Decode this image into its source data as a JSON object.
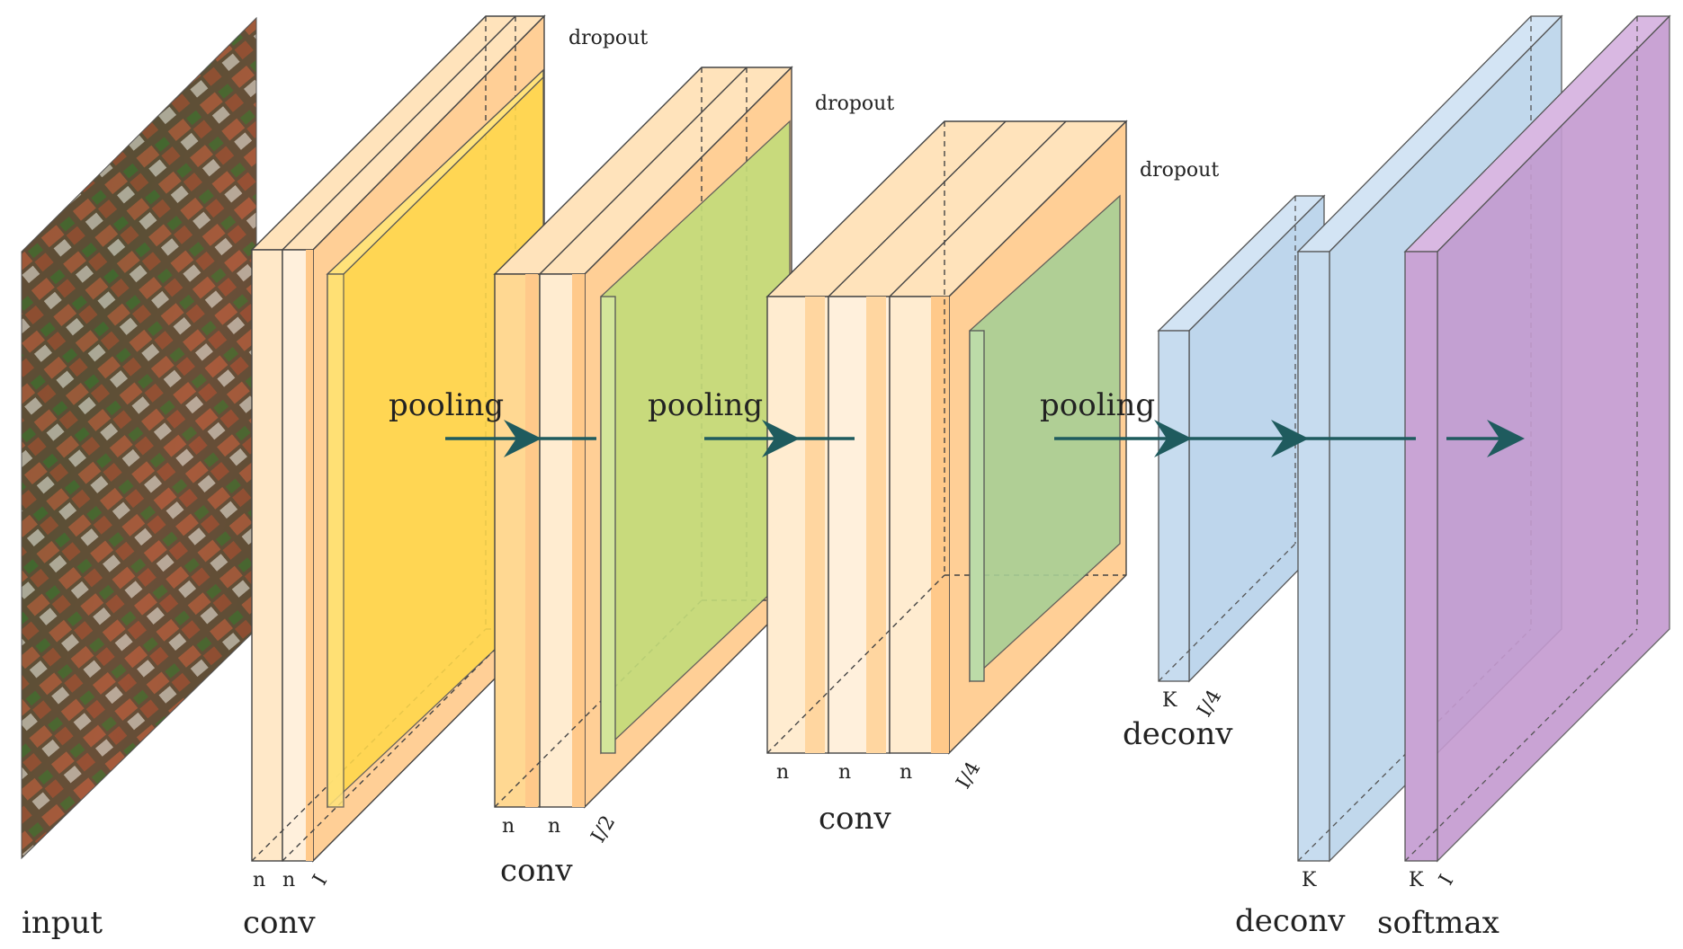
{
  "labels": {
    "input": "input",
    "conv": "conv",
    "pooling": "pooling",
    "dropout": "dropout",
    "deconv": "deconv",
    "softmax": "softmax"
  },
  "dims": {
    "n": "n",
    "I": "I",
    "I_half": "I/2",
    "I_quarter": "I/4",
    "K": "K"
  },
  "colors": {
    "block_fill": "#ffe6c2",
    "block_stripe": "#ffc98a",
    "yellow_map": "#ffd84a",
    "green_map_1": "#c3dc7a",
    "green_map_2": "#a8cf95",
    "blue_deconv": "#bed6ec",
    "purple_softmax": "#c49ad0",
    "arrow": "#1f5b5e",
    "edge": "#333333"
  }
}
